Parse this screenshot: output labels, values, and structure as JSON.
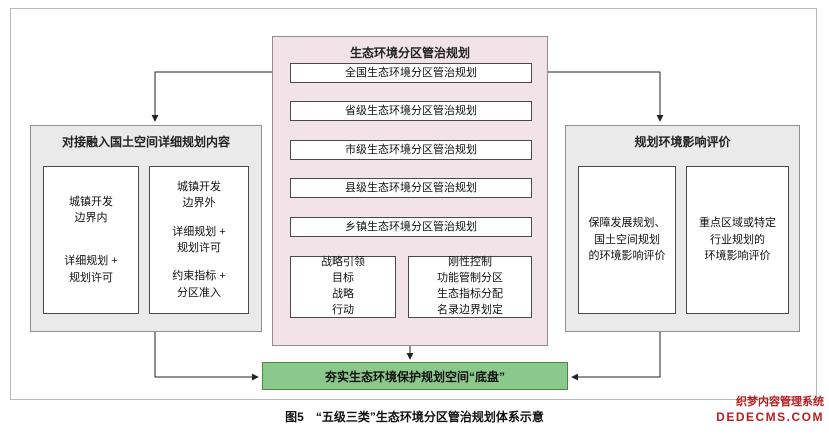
{
  "figure": {
    "caption": "图5　“五级三类”生态环境分区管治规划体系示意"
  },
  "watermark": {
    "line1": "织梦内容管理系统",
    "line2": "DEDECMS.COM"
  },
  "center_panel": {
    "title": "生态环境分区管治规划",
    "levels": [
      "全国生态环境分区管治规划",
      "省级生态环境分区管治规划",
      "市级生态环境分区管治规划",
      "县级生态环境分区管治规划",
      "乡镇生态环境分区管治规划"
    ],
    "strategy_box": "战略引领\n目标\n战略\n行动",
    "control_box": "刚性控制\n功能管制分区\n生态指标分配\n名录边界划定"
  },
  "left_panel": {
    "title": "对接融入国土空间详细规划内容",
    "inner_box_1": {
      "group_1": "城镇开发\n边界内",
      "group_2": "详细规划 +\n规划许可"
    },
    "inner_box_2": {
      "group_1": "城镇开发\n边界外",
      "group_2": "详细规划 +\n规划许可",
      "group_3": "约束指标 +\n分区准入"
    }
  },
  "right_panel": {
    "title": "规划环境影响评价",
    "inner_box_1": "保障发展规划、\n国土空间规划\n的环境影响评价",
    "inner_box_2": "重点区域或特定\n行业规划的\n环境影响评价"
  },
  "bottom_bar": {
    "text": "夯实生态环境保护规划空间“底盘”"
  },
  "colors": {
    "center_fill": "#f1e3e7",
    "panel_fill": "#eaeaea",
    "green_fill": "#8bc88b",
    "green_border": "#3f8f3f",
    "watermark_color": "#b82020"
  }
}
